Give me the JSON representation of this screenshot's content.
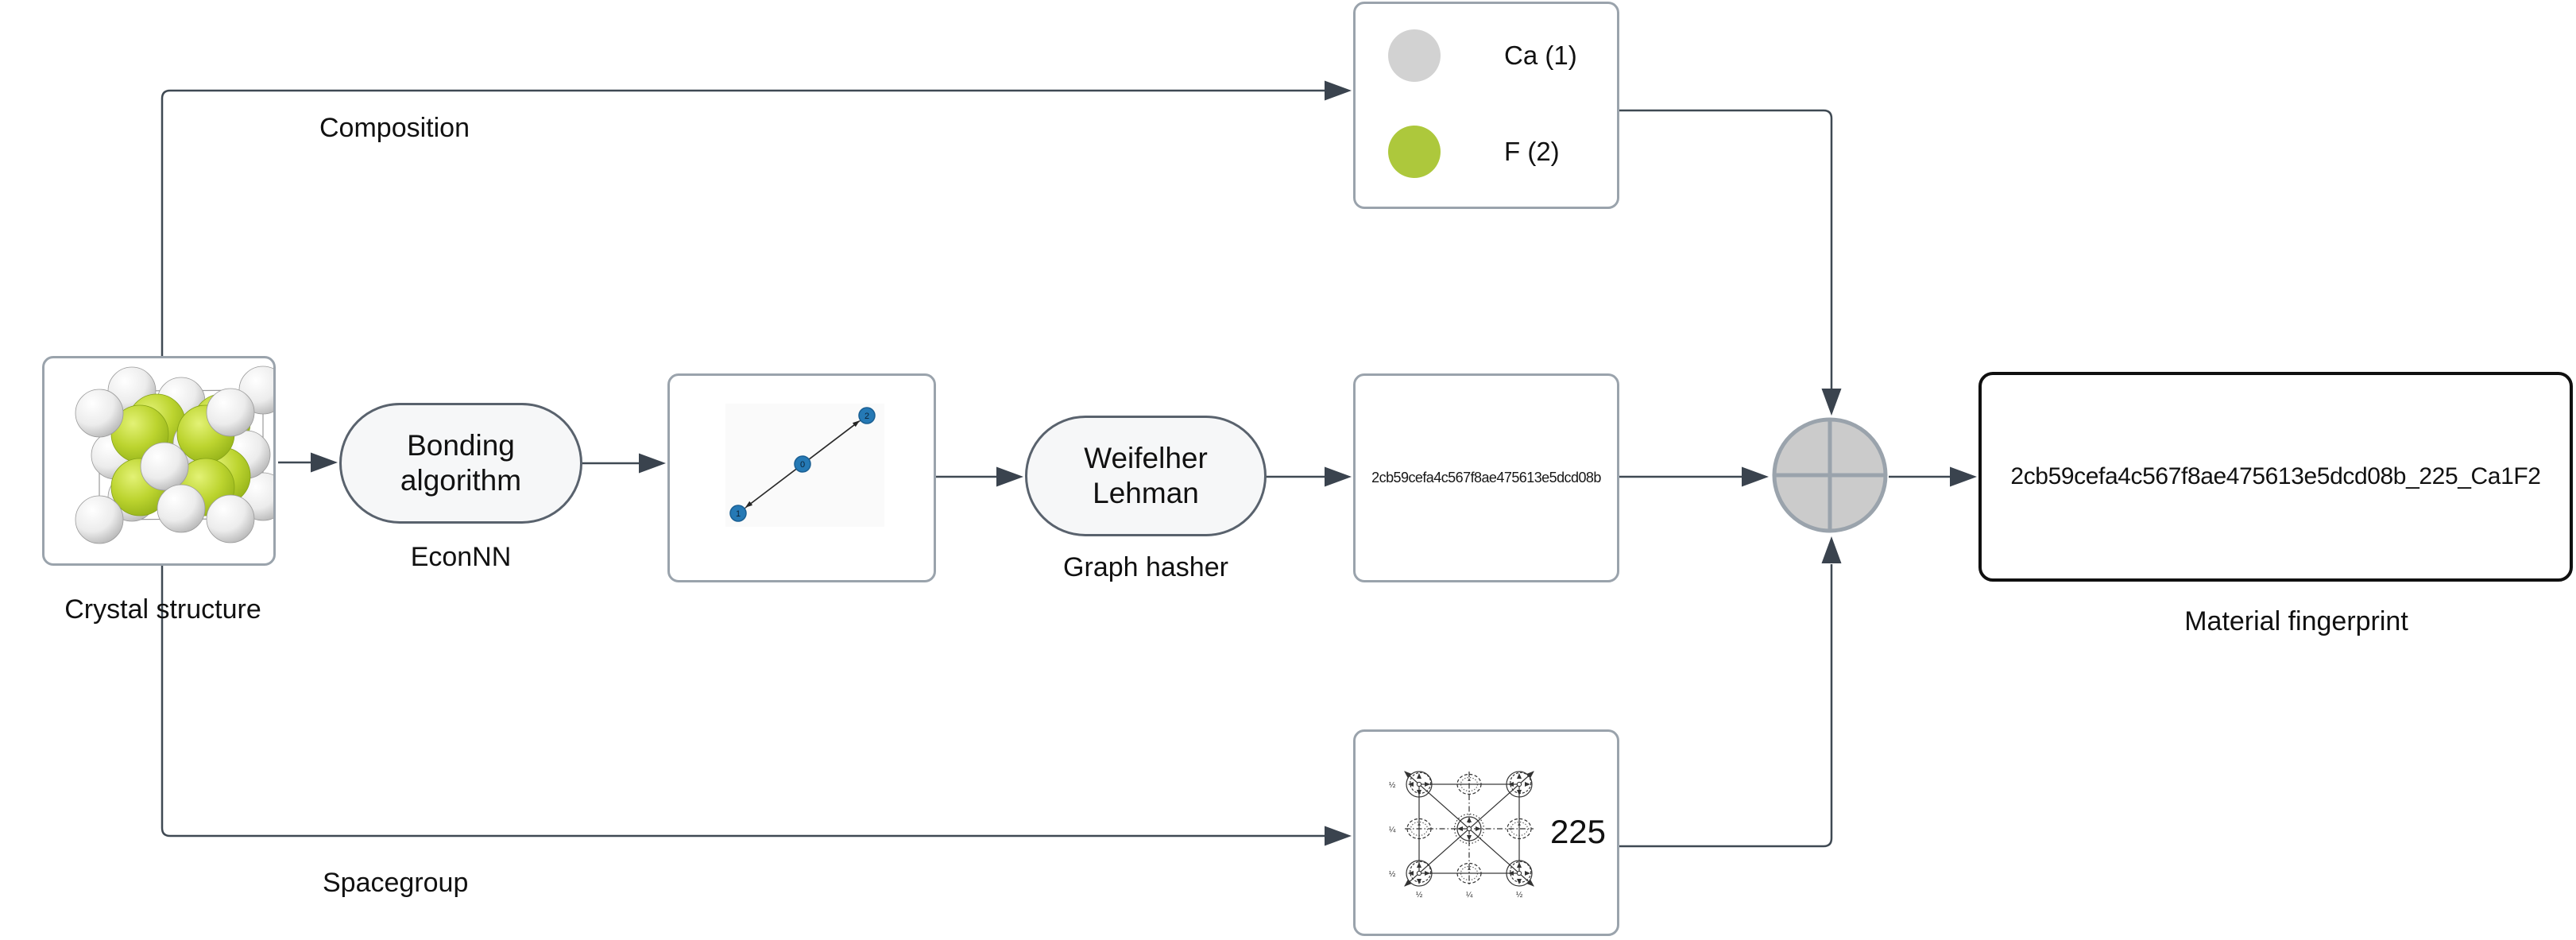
{
  "flow": {
    "crystal": {
      "caption": "Crystal structure"
    },
    "edges": {
      "composition": "Composition",
      "spacegroup": "Spacegroup"
    },
    "bonding": {
      "label": "Bonding algorithm",
      "caption": "EconNN"
    },
    "graph_preview": {
      "node_labels": [
        "1",
        "0",
        "2"
      ]
    },
    "hasher": {
      "label": "Weifelher Lehman",
      "caption": "Graph hasher"
    },
    "graph_hash": {
      "value": "2cb59cefa4c567f8ae475613e5dcd08b"
    },
    "composition_legend": {
      "entries": [
        {
          "element": "Ca (1)",
          "color": "#d2d2d2"
        },
        {
          "element": "F (2)",
          "color": "#adc83c"
        }
      ]
    },
    "spacegroup": {
      "number": "225",
      "diagram_fractions": {
        "left_top": "½",
        "left_mid": "¼",
        "left_bottom": "½",
        "bottom_left": "½",
        "bottom_mid": "¼",
        "bottom_right": "½"
      }
    },
    "fingerprint": {
      "value": "2cb59cefa4c567f8ae475613e5dcd08b_225_Ca1F2",
      "caption": "Material fingerprint"
    }
  },
  "colors": {
    "connector": "#3f4953",
    "arrow": "#3a434e",
    "box_border": "#9aa3ac",
    "process_border": "#59626d",
    "process_fill": "#f6f7f8",
    "junction_fill": "#cbcbcb",
    "junction_border": "#9aa3ac",
    "node_blue": "#2579b5",
    "atom_green": "#b9d32c",
    "atom_white": "#e8e8e8"
  }
}
